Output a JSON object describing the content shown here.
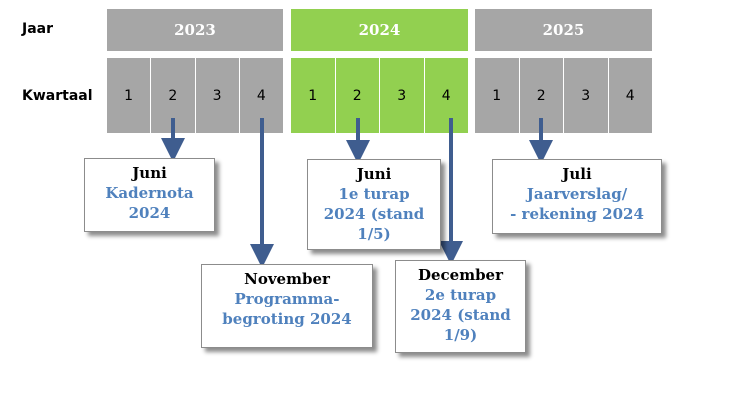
{
  "labels": {
    "year": "Jaar",
    "quarter": "Kwartaal"
  },
  "years": [
    {
      "label": "2023",
      "color": "#a6a6a6",
      "quarters": [
        "1",
        "2",
        "3",
        "4"
      ]
    },
    {
      "label": "2024",
      "color": "#92d050",
      "quarters": [
        "1",
        "2",
        "3",
        "4"
      ]
    },
    {
      "label": "2025",
      "color": "#a6a6a6",
      "quarters": [
        "1",
        "2",
        "3",
        "4"
      ]
    }
  ],
  "milestones": [
    {
      "month": "Juni",
      "text": "Kadernota\n2024"
    },
    {
      "month": "November",
      "text": "Programma-\nbegroting 2024"
    },
    {
      "month": "Juni",
      "text": "1e turap\n2024 (stand\n1/5)"
    },
    {
      "month": "December",
      "text": "2e turap\n2024 (stand\n1/9)"
    },
    {
      "month": "Juli",
      "text": "Jaarverslag/\n- rekening 2024"
    }
  ],
  "colors": {
    "arrow": "#3f5d8f",
    "milestone_text": "#4f81bd"
  }
}
